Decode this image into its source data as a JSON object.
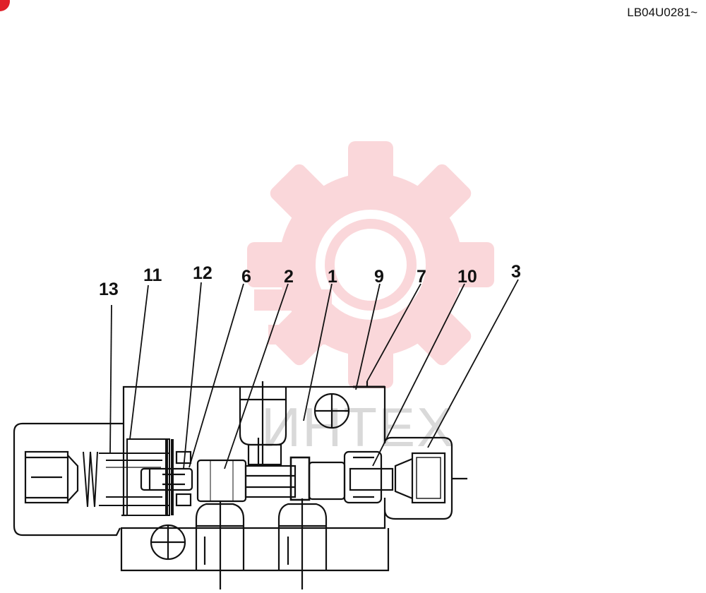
{
  "doc_code": "LB04U0281~",
  "watermark": {
    "text": "ИНТЕХ",
    "color": "#f0a0a8"
  },
  "corner_mark_color": "#e0202a",
  "callouts": [
    "13",
    "11",
    "12",
    "6",
    "2",
    "1",
    "9",
    "7",
    "10",
    "3"
  ]
}
